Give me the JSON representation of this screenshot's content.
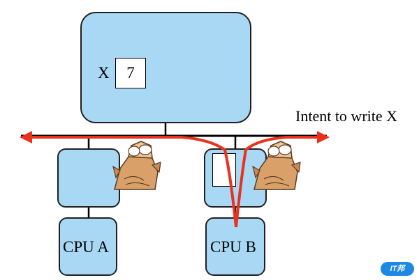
{
  "memory": {
    "variable_name": "X",
    "value": "7"
  },
  "caches": [
    {
      "cpu_label": "CPU A"
    },
    {
      "cpu_label": "CPU B"
    }
  ],
  "bus_message": "Intent to write X",
  "colors": {
    "box_fill": "#a9d8f5",
    "arrow": "#e8321e",
    "line": "#000000"
  },
  "icons": [
    "snooping-figure-icon",
    "snooping-figure-icon"
  ],
  "watermark": {
    "text": "IT邦"
  }
}
